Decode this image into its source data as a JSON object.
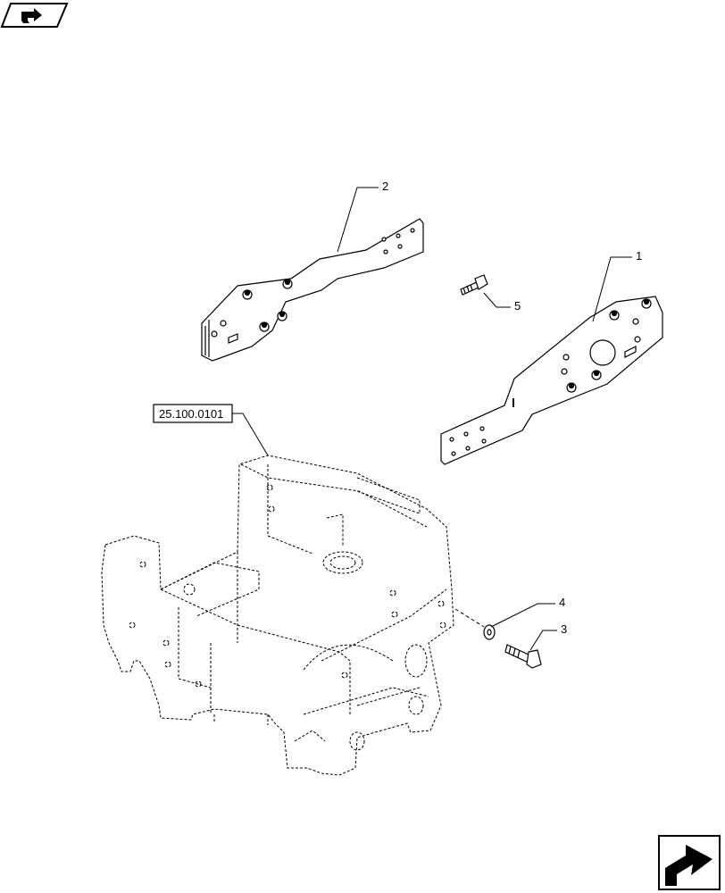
{
  "diagram": {
    "reference_label": "25.100.0101",
    "callouts": [
      {
        "number": "1",
        "part": "right-bracket"
      },
      {
        "number": "2",
        "part": "left-bracket"
      },
      {
        "number": "3",
        "part": "bolt"
      },
      {
        "number": "4",
        "part": "washer"
      },
      {
        "number": "5",
        "part": "small-bolt"
      }
    ]
  },
  "icons": {
    "top_left": "previous-page-arrow-icon",
    "bottom_right": "next-page-arrow-icon"
  }
}
